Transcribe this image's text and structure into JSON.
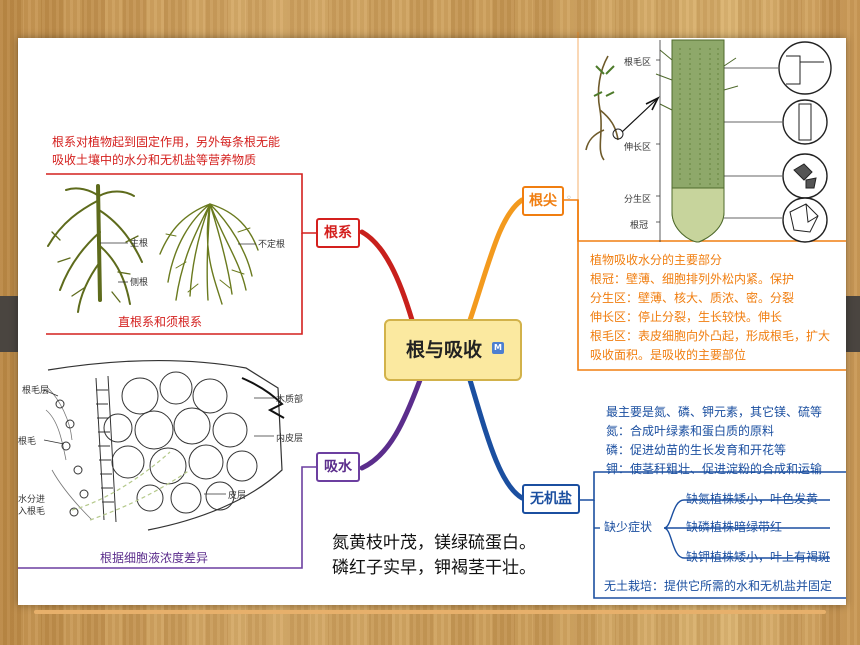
{
  "central": {
    "title": "根与吸收",
    "badge": "M"
  },
  "root_system": {
    "label": "根系",
    "description_lines": [
      "根系对植物起到固定作用，另外每条根无能",
      "吸收土壤中的水分和无机盐等营养物质"
    ],
    "caption": "直根系和须根系",
    "fig_labels": {
      "main_root": "主根",
      "lateral_root": "侧根",
      "adventitious_root": "不定根"
    }
  },
  "absorption": {
    "label": "吸水",
    "caption": "根据细胞液浓度差异",
    "fig_labels": {
      "root_hair_zone": "根毛层",
      "root_hair": "根毛",
      "water_in": "水分进入根毛",
      "xylem": "木质部",
      "endodermis": "内皮层",
      "cortex": "皮层"
    }
  },
  "root_tip": {
    "label": "根尖",
    "fig_labels": {
      "root_hair_zone": "根毛区",
      "elongation_zone": "伸长区",
      "meristem_zone": "分生区",
      "root_cap": "根冠"
    },
    "lines": [
      "植物吸收水分的主要部分",
      "根冠：壁薄、细胞排列外松内紧。保护",
      "分生区：壁薄、核大、质浓、密。分裂",
      "伸长区：停止分裂，生长较快。伸长",
      "根毛区：表皮细胞向外凸起，形成根毛，扩大",
      "吸收面积。是吸收的主要部位"
    ]
  },
  "minerals": {
    "label": "无机盐",
    "lines": [
      "最主要是氮、磷、钾元素，其它镁、硫等",
      "氮：合成叶绿素和蛋白质的原料",
      "磷：促进幼苗的生长发育和开花等",
      "钾：使茎秆粗壮、促进淀粉的合成和运输"
    ],
    "deficiency": {
      "label": "缺少症状",
      "items": [
        "缺氮植株矮小，叶色发黄",
        "缺磷植株暗绿带红",
        "缺钾植株矮小，叶上有褐斑"
      ]
    },
    "soilless": "无土栽培：提供它所需的水和无机盐并固定"
  },
  "poem": {
    "line1": "氮黄枝叶茂，镁绿硫蛋白。",
    "line2": "磷红子实早，钾褐茎干壮。"
  },
  "colors": {
    "red": "#d4201e",
    "orange": "#f07e10",
    "blue": "#1b4fa0",
    "purple": "#5b2d8c",
    "central_fill": "#fbe9a0"
  }
}
